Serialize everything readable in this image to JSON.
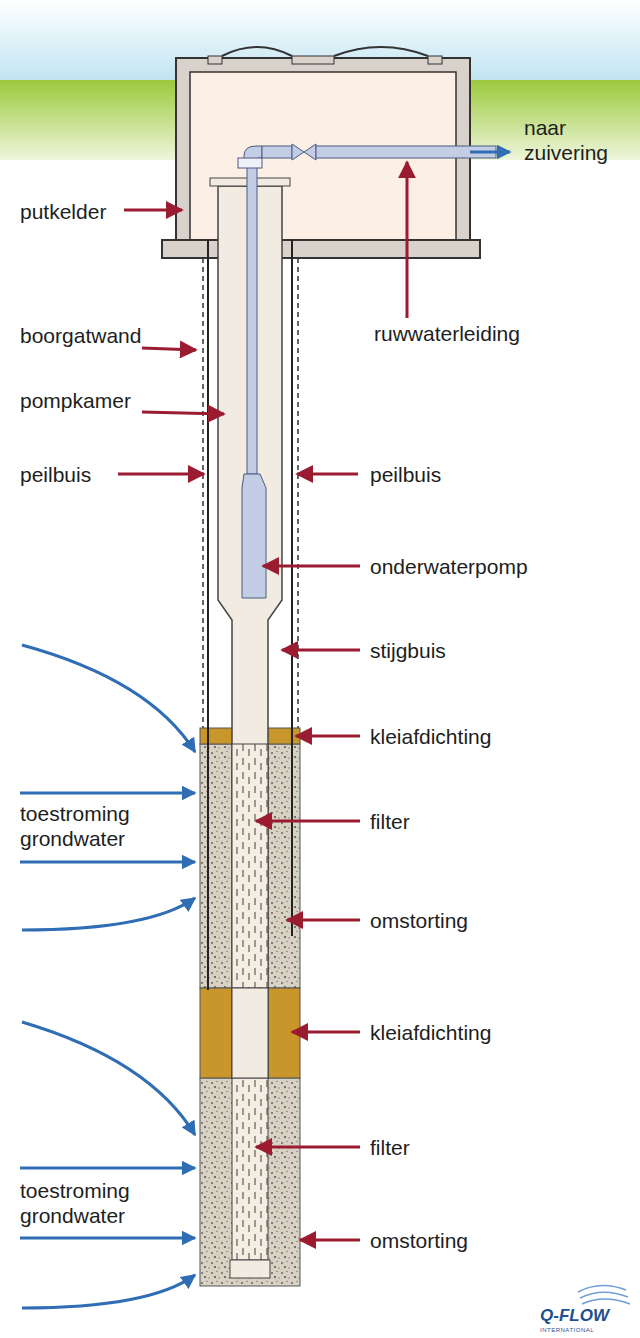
{
  "diagram": {
    "labels": [
      "naar zuivering",
      "putkelder",
      "ruwwaterleiding",
      "boorgatwand",
      "pompkamer",
      "peilbuis",
      "peilbuis",
      "onderwaterpomp",
      "stijgbuis",
      "kleiafdichting",
      "toestroming grondwater",
      "filter",
      "omstorting",
      "kleiafdichting",
      "filter",
      "toestroming grondwater",
      "omstorting",
      "Q-FLOW",
      "INTERNATIONAL"
    ]
  }
}
